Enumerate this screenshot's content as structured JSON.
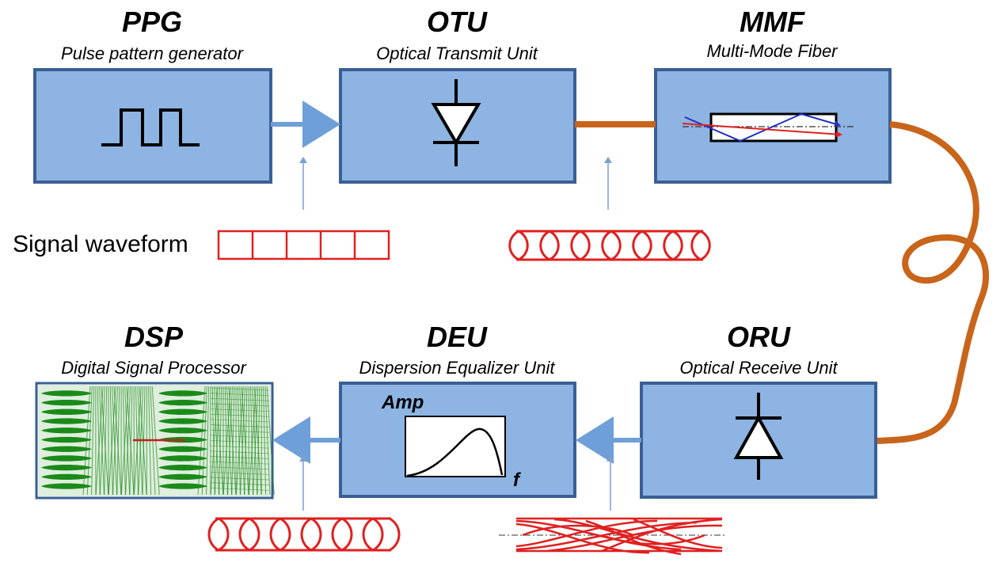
{
  "blocks": {
    "ppg": {
      "abbr": "PPG",
      "full": "Pulse pattern generator"
    },
    "otu": {
      "abbr": "OTU",
      "full": "Optical Transmit Unit"
    },
    "mmf": {
      "abbr": "MMF",
      "full": "Multi-Mode Fiber"
    },
    "dsp": {
      "abbr": "DSP",
      "full": "Digital Signal Processor"
    },
    "deu": {
      "abbr": "DEU",
      "full": "Dispersion Equalizer Unit"
    },
    "oru": {
      "abbr": "ORU",
      "full": "Optical Receive Unit"
    }
  },
  "signal_label": "Signal waveform",
  "deu_plot": {
    "y_label": "Amp",
    "x_label": "f"
  },
  "colors": {
    "block_fill": "#8db4e2",
    "block_border": "#3a5f94",
    "arrow": "#6f9fd8",
    "fiber": "#c8651b",
    "waveform": "#e02020",
    "eye_diagram": "#1a8a1a"
  }
}
